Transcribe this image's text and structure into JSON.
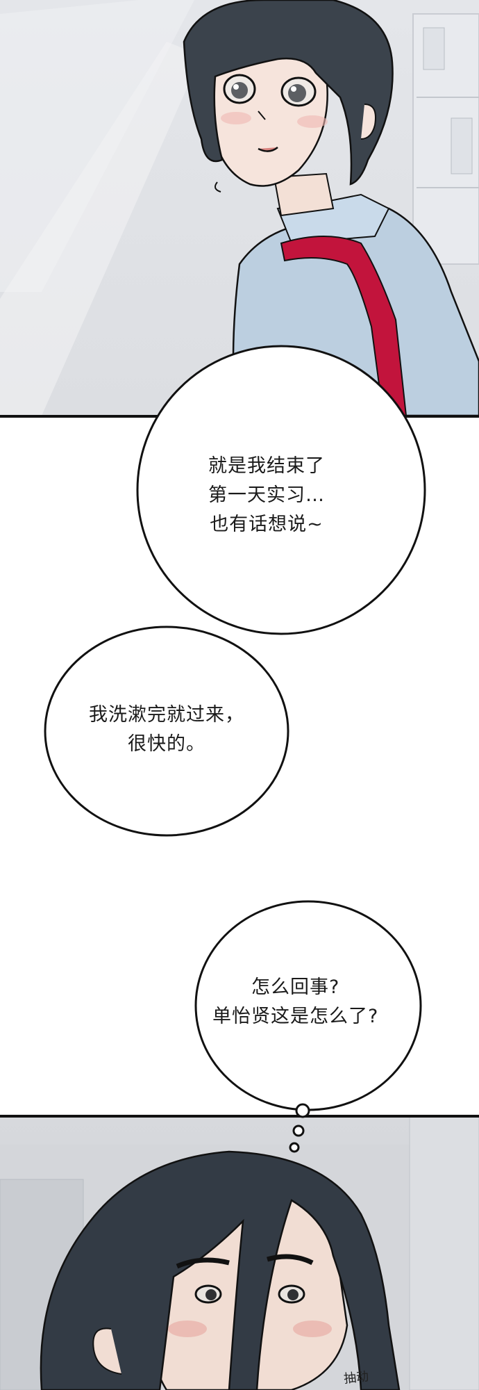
{
  "bubbles": [
    {
      "lines": [
        "就是我结束了",
        "第一天实习…",
        "也有话想说~"
      ]
    },
    {
      "lines": [
        "我洗漱完就过来，",
        "很快的。"
      ]
    },
    {
      "lines": [
        "怎么回事?",
        "单怡贤这是怎么了?"
      ]
    }
  ],
  "sfx": {
    "text": "抽动"
  },
  "colors": {
    "panel_bg": "#e2e4e8",
    "hair": "#3b434c",
    "shirt": "#bcd0e2",
    "strap": "#c2143c",
    "skin": "#f6e4dc",
    "outline": "#111111"
  }
}
